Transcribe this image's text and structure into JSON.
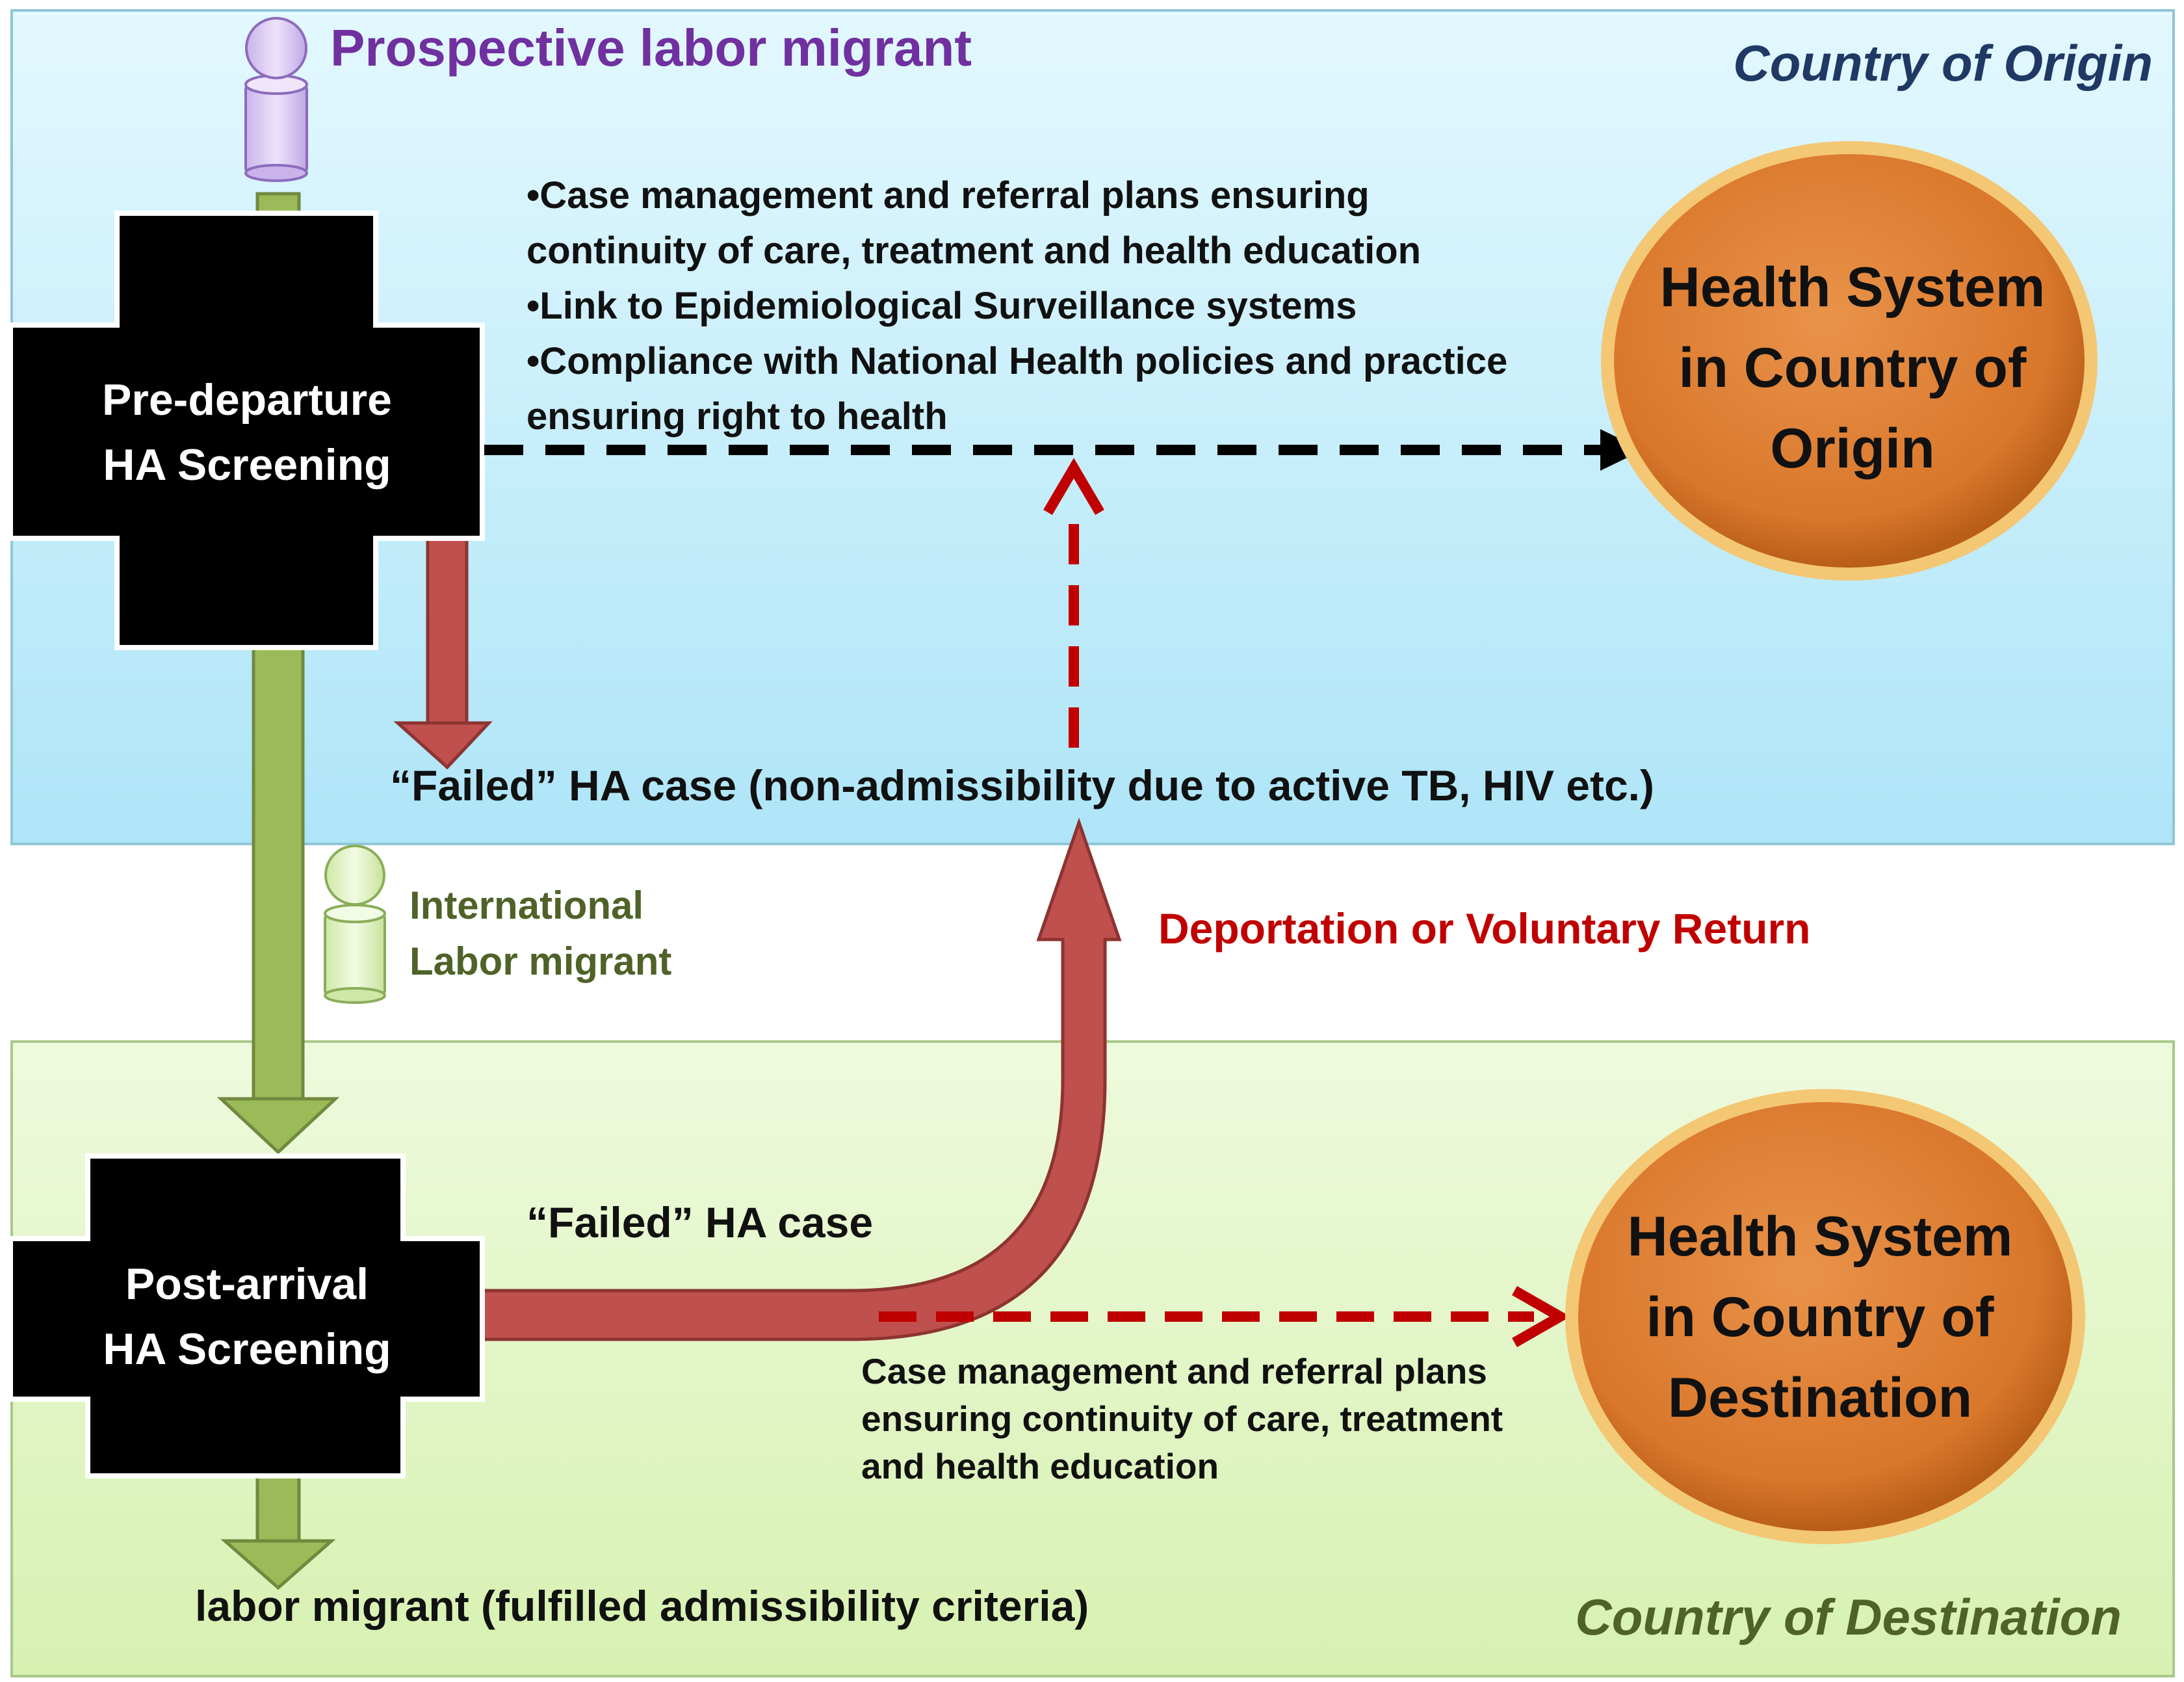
{
  "regions": {
    "origin": "Country of Origin",
    "destination": "Country of Destination"
  },
  "figures": {
    "prospective": "Prospective labor migrant",
    "international_line1": "International",
    "international_line2": "Labor  migrant"
  },
  "screenings": {
    "pre_departure_line1": "Pre-departure",
    "pre_departure_line2": "HA Screening",
    "post_arrival_line1": "Post-arrival",
    "post_arrival_line2": "HA Screening"
  },
  "origin_bullets": {
    "b1_line1": "•Case management and referral plans ensuring",
    "b1_line2": "continuity of care, treatment and health education",
    "b2": "•Link to Epidemiological Surveillance systems",
    "b3_line1": "•Compliance with National Health policies and practice",
    "b3_line2": "ensuring right to health"
  },
  "failed_origin": "“Failed” HA case (non-admissibility due to active TB, HIV  etc.)",
  "deportation": "Deportation or Voluntary Return",
  "failed_destination": "“Failed” HA case",
  "destination_case": {
    "line1": "Case management and referral plans",
    "line2": "ensuring continuity of care, treatment",
    "line3": "and health education"
  },
  "fulfilled": "labor  migrant (fulfilled admissibility criteria)",
  "health_systems": {
    "origin_line1": "Health System",
    "origin_line2": "in Country of",
    "origin_line3": "Origin",
    "destination_line1": "Health System",
    "destination_line2": "in Country of",
    "destination_line3": "Destination"
  },
  "colors": {
    "green_arrow": "#9bbb59",
    "red_arrow": "#c0504d",
    "dashed_black": "#000000",
    "dashed_red": "#c00000",
    "oval": "#e58a3c",
    "purple_person": "#d7c6ef",
    "green_person": "#e2f5c4"
  }
}
